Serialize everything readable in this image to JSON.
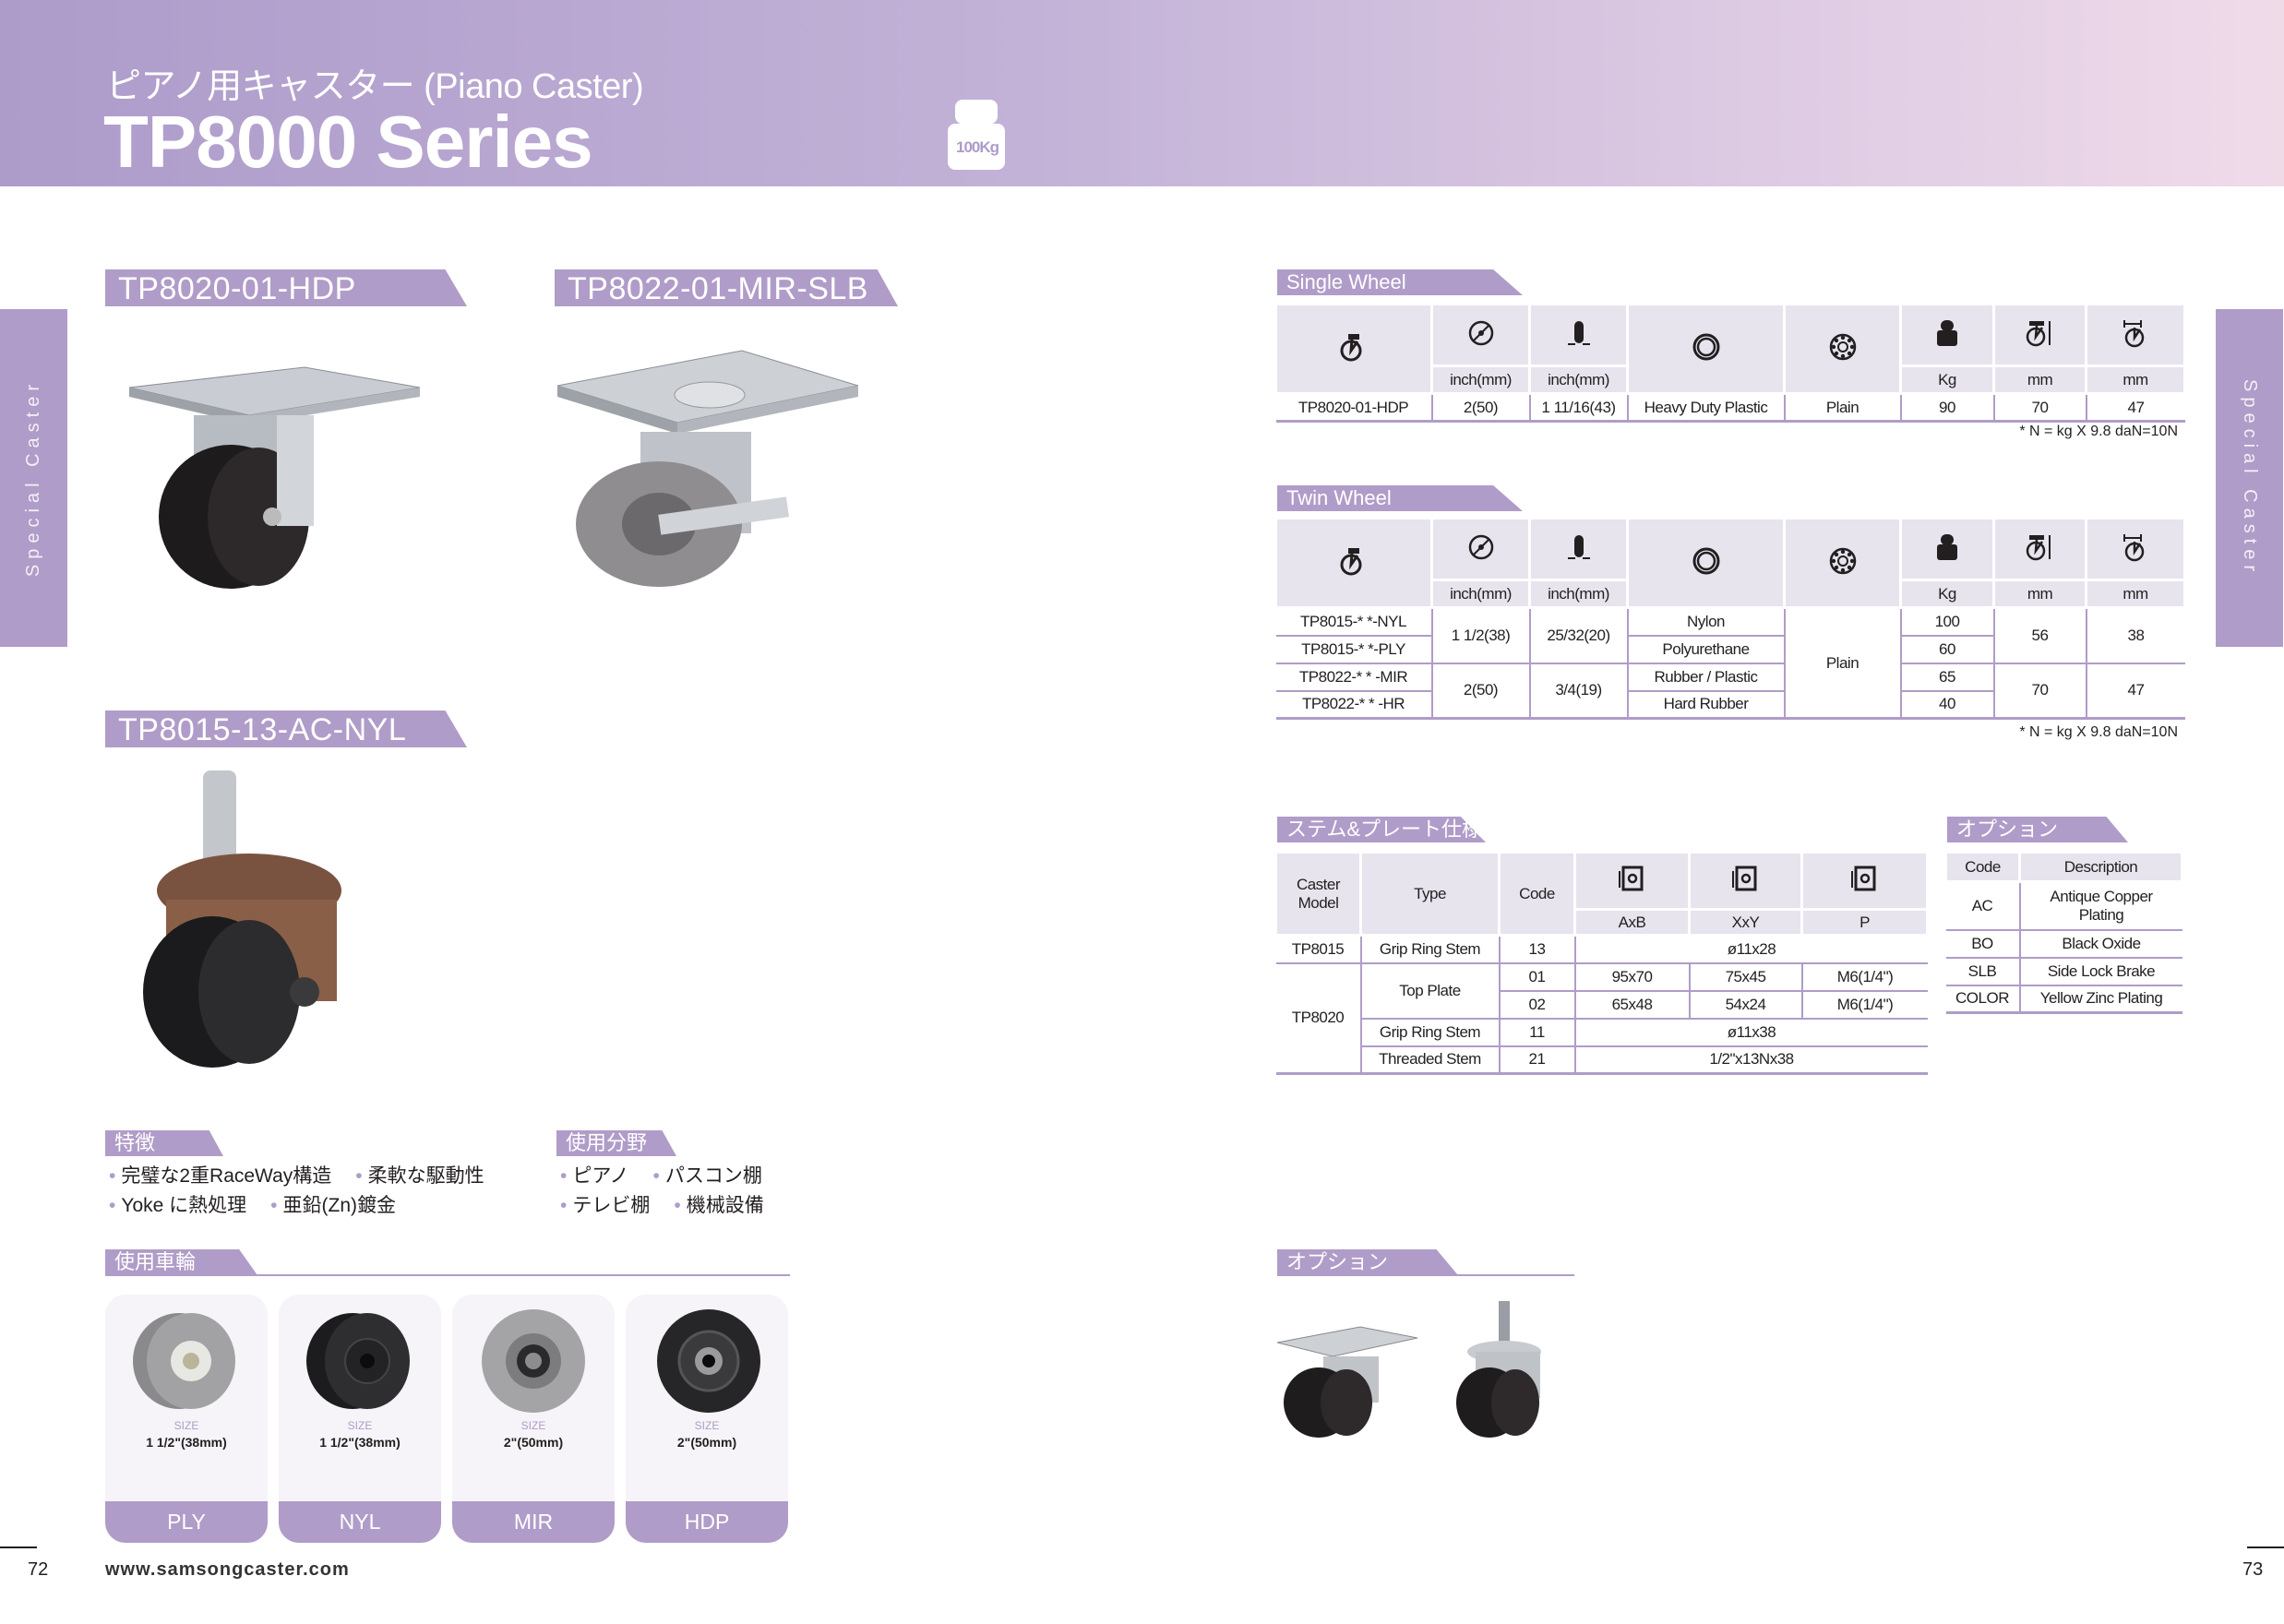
{
  "header": {
    "subtitle": "ピアノ用キャスター (Piano Caster)",
    "title": "TP8000 Series",
    "load_badge": "100Kg"
  },
  "side_tab": {
    "left": "Special Caster",
    "right": "Special Caster"
  },
  "products": [
    {
      "label": "TP8020-01-HDP"
    },
    {
      "label": "TP8022-01-MIR-SLB"
    },
    {
      "label": "TP8015-13-AC-NYL"
    }
  ],
  "features": {
    "title": "特徴",
    "items": [
      "完璧な2重RaceWay構造",
      "柔軟な駆動性",
      "Yoke に熱処理",
      "亜鉛(Zn)鍍金"
    ]
  },
  "applications": {
    "title": "使用分野",
    "items": [
      "ピアノ",
      "パスコン棚",
      "テレビ棚",
      "機械設備"
    ]
  },
  "wheels": {
    "title": "使用車輪",
    "size_label": "SIZE",
    "items": [
      {
        "code": "PLY",
        "size": "1 1/2\"(38mm)",
        "color": "#9a9a9c"
      },
      {
        "code": "NYL",
        "size": "1 1/2\"(38mm)",
        "color": "#2a2a2c"
      },
      {
        "code": "MIR",
        "size": "2\"(50mm)",
        "color": "#a2a2a4"
      },
      {
        "code": "HDP",
        "size": "2\"(50mm)",
        "color": "#262628"
      }
    ]
  },
  "single_wheel": {
    "title": "Single Wheel",
    "units": [
      "inch(mm)",
      "inch(mm)",
      "Kg",
      "mm",
      "mm"
    ],
    "row": [
      "TP8020-01-HDP",
      "2(50)",
      "1 11/16(43)",
      "Heavy Duty Plastic",
      "Plain",
      "90",
      "70",
      "47"
    ],
    "note": "* N = kg X 9.8  daN=10N"
  },
  "twin_wheel": {
    "title": "Twin Wheel",
    "units": [
      "inch(mm)",
      "inch(mm)",
      "Kg",
      "mm",
      "mm"
    ],
    "models": [
      "TP8015-* *-NYL",
      "TP8015-* *-PLY",
      "TP8022-* * -MIR",
      "TP8022-* * -HR"
    ],
    "diameter": [
      "1 1/2(38)",
      "2(50)"
    ],
    "width": [
      "25/32(20)",
      "3/4(19)"
    ],
    "material": [
      "Nylon",
      "Polyurethane",
      "Rubber / Plastic",
      "Hard Rubber"
    ],
    "bearing": "Plain",
    "load": [
      "100",
      "60",
      "65",
      "40"
    ],
    "height": [
      "56",
      "70"
    ],
    "offset": [
      "38",
      "47"
    ],
    "note": "* N = kg X 9.8  daN=10N"
  },
  "stem_plate": {
    "title": "ステム&プレート仕様",
    "headers": [
      "Caster Model",
      "Type",
      "Code",
      "AxB",
      "XxY",
      "P"
    ],
    "rows": {
      "r1": [
        "TP8015",
        "Grip Ring Stem",
        "13",
        "ø11x28"
      ],
      "model2": "TP8020",
      "top_plate": "Top Plate",
      "r2": [
        "01",
        "95x70",
        "75x45",
        "M6(1/4\")"
      ],
      "r3": [
        "02",
        "65x48",
        "54x24",
        "M6(1/4\")"
      ],
      "r4": [
        "Grip Ring Stem",
        "11",
        "ø11x38"
      ],
      "r5": [
        "Threaded Stem",
        "21",
        "1/2\"x13Nx38"
      ]
    }
  },
  "options": {
    "title": "オプション",
    "headers": [
      "Code",
      "Description"
    ],
    "rows": [
      [
        "AC",
        "Antique Copper Plating"
      ],
      [
        "BO",
        "Black Oxide"
      ],
      [
        "SLB",
        "Side Lock Brake"
      ],
      [
        "COLOR",
        "Yellow Zinc Plating"
      ]
    ]
  },
  "options_images": {
    "title": "オプション"
  },
  "footer": {
    "page_left": "72",
    "page_right": "73",
    "url": "www.samsongcaster.com"
  }
}
